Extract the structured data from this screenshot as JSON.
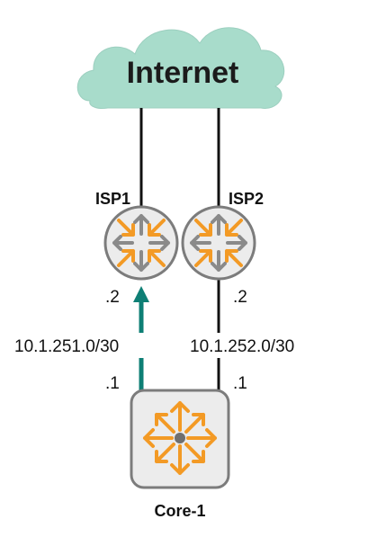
{
  "cloud": {
    "label": "Internet",
    "fill": "#a8dccb",
    "stroke": "#9ccfbf"
  },
  "devices": {
    "isp1": {
      "label": "ISP1",
      "icon": "router-icon"
    },
    "isp2": {
      "label": "ISP2",
      "icon": "router-icon"
    },
    "core": {
      "label": "Core-1",
      "icon": "switch-icon"
    }
  },
  "links": {
    "left": {
      "subnet": "10.1.251.0/30",
      "upper_host": ".2",
      "lower_host": ".1",
      "highlight": true,
      "highlight_color": "#0e7f75"
    },
    "right": {
      "subnet": "10.1.252.0/30",
      "upper_host": ".2",
      "lower_host": ".1"
    }
  },
  "colors": {
    "router_fill": "#ececec",
    "router_outline": "#7c7c7c",
    "arrow_orange": "#f39a25",
    "arrow_gray": "#8a8a8a",
    "line": "#111111"
  }
}
